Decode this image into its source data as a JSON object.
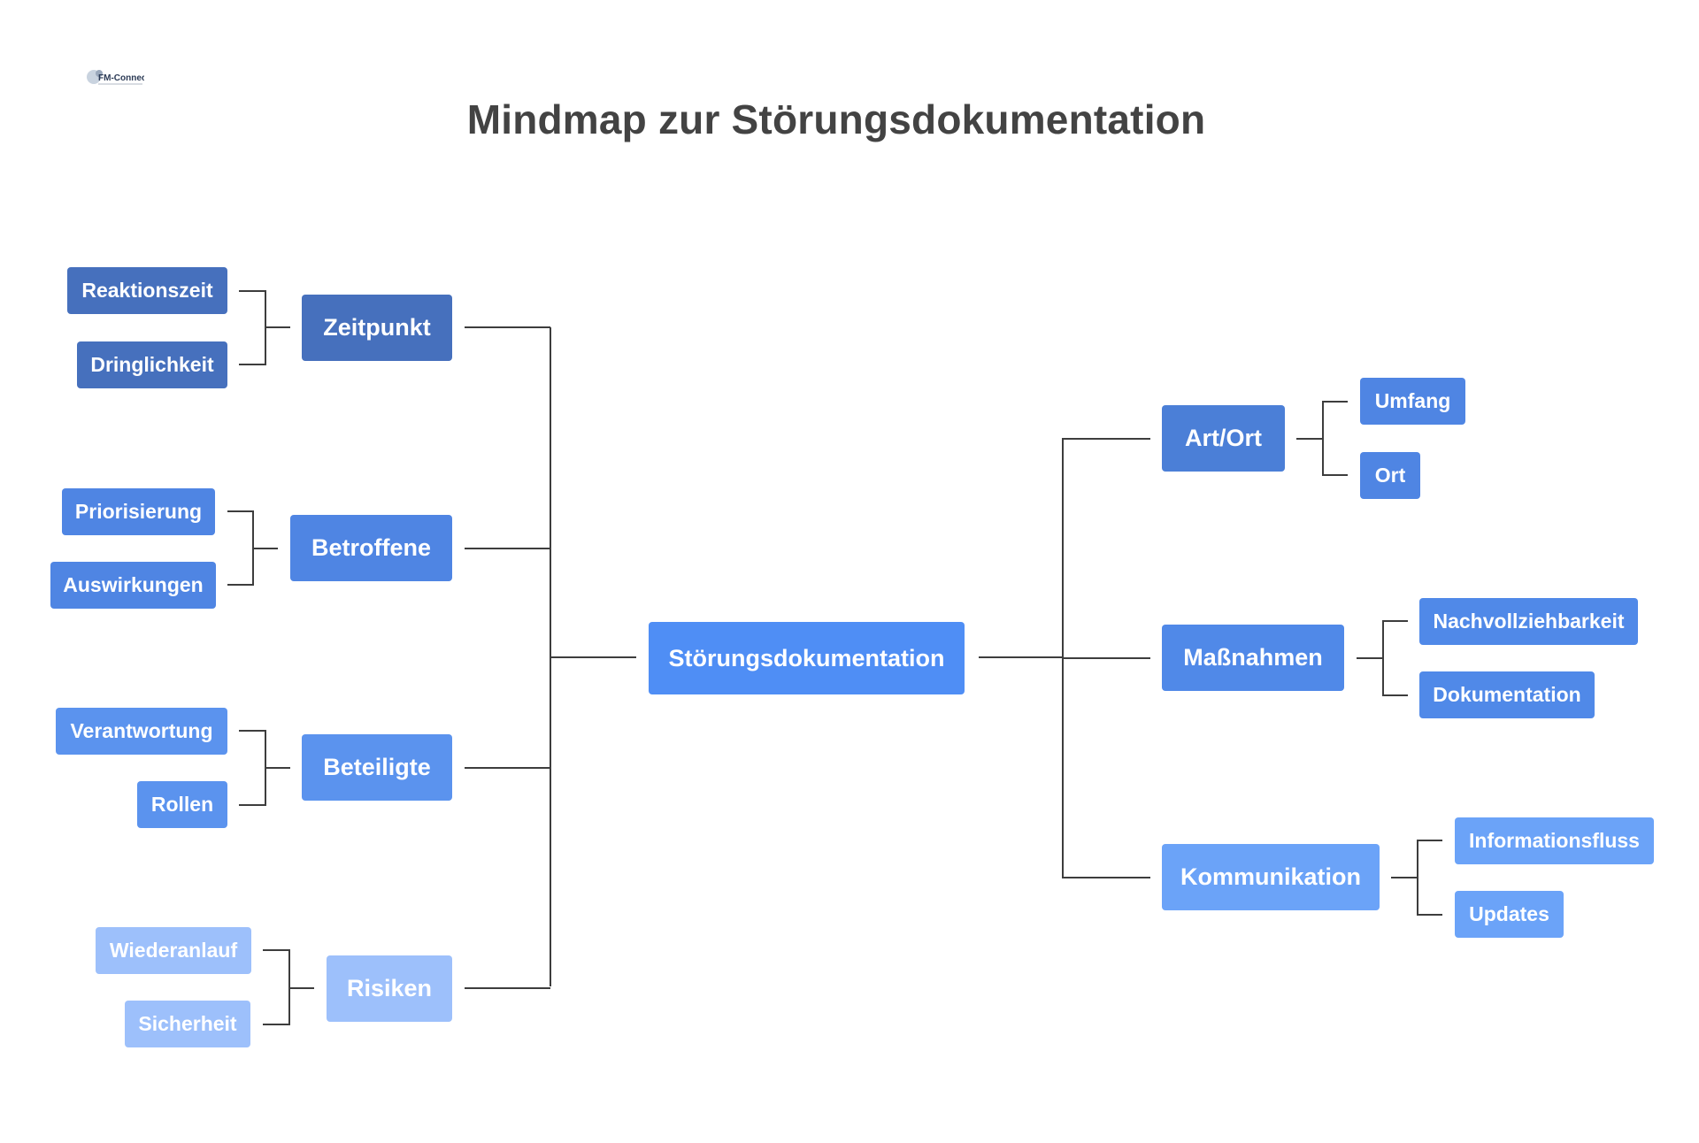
{
  "logo": {
    "text": "FM-Connect.com"
  },
  "title": "Mindmap zur Störungsdokumentation",
  "root": {
    "label": "Störungsdokumentation",
    "color": "#4f8ef5"
  },
  "left_branches": [
    {
      "label": "Zeitpunkt",
      "color": "#4670bd",
      "children": [
        {
          "label": "Reaktionszeit"
        },
        {
          "label": "Dringlichkeit"
        }
      ]
    },
    {
      "label": "Betroffene",
      "color": "#4f85e3",
      "children": [
        {
          "label": "Priorisierung"
        },
        {
          "label": "Auswirkungen"
        }
      ]
    },
    {
      "label": "Beteiligte",
      "color": "#5b93ee",
      "children": [
        {
          "label": "Verantwortung"
        },
        {
          "label": "Rollen"
        }
      ]
    },
    {
      "label": "Risiken",
      "color": "#9dc0fb",
      "children": [
        {
          "label": "Wiederanlauf"
        },
        {
          "label": "Sicherheit"
        }
      ]
    }
  ],
  "right_branches": [
    {
      "label": "Art/Ort",
      "color": "#4b7fd7",
      "children": [
        {
          "label": "Umfang"
        },
        {
          "label": "Ort"
        }
      ]
    },
    {
      "label": "Maßnahmen",
      "color": "#5089e8",
      "children": [
        {
          "label": "Nachvollziehbarkeit"
        },
        {
          "label": "Dokumentation"
        }
      ]
    },
    {
      "label": "Kommunikation",
      "color": "#6ba3f8",
      "children": [
        {
          "label": "Informationsfluss"
        },
        {
          "label": "Updates"
        }
      ]
    }
  ],
  "line_color": "#3d3d3d"
}
